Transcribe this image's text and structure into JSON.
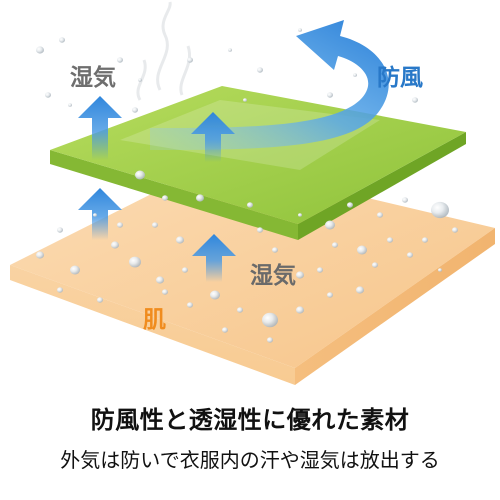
{
  "labels": {
    "moisture_top": "湿気",
    "wind": "防風",
    "moisture_middle": "湿気",
    "skin": "肌"
  },
  "caption": {
    "title": "防風性と透湿性に優れた素材",
    "subtitle": "外気は防いで衣服内の汗や湿気は放出する"
  },
  "colors": {
    "membrane": "#9ccc3a",
    "skin_layer": "#f7c58a",
    "arrow": "#3d8fde",
    "wind_label": "#2878c8",
    "skin_label": "#f08c1e"
  }
}
